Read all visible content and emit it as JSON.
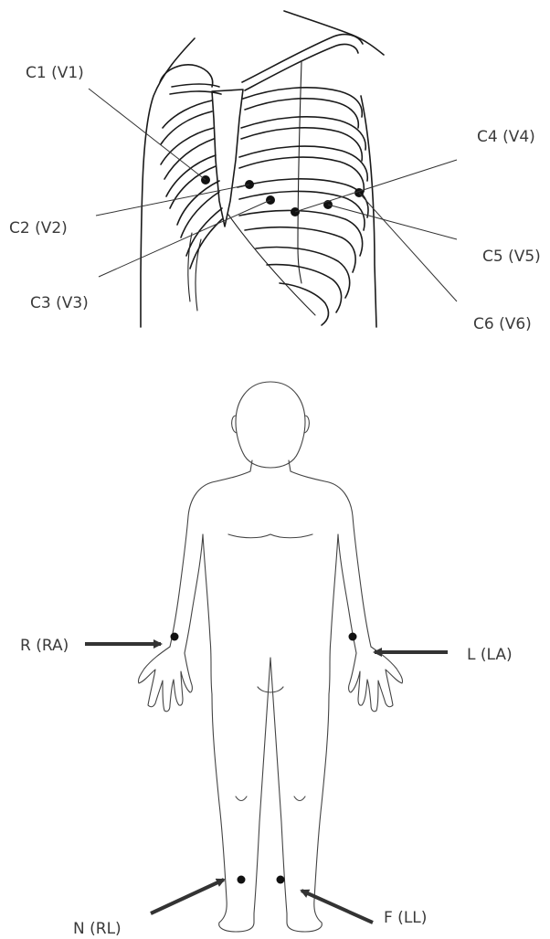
{
  "chest_labels": {
    "c1": "C1 (V1)",
    "c2": "C2 (V2)",
    "c3": "C3 (V3)",
    "c4": "C4 (V4)",
    "c5": "C5 (V5)",
    "c6": "C6 (V6)"
  },
  "limb_labels": {
    "ra": "R (RA)",
    "la": "L (LA)",
    "rl": "N (RL)",
    "ll": "F (LL)"
  },
  "colors": {
    "ink": "#1a1a1a",
    "label": "#3a3a3a",
    "arrow": "#333333"
  }
}
